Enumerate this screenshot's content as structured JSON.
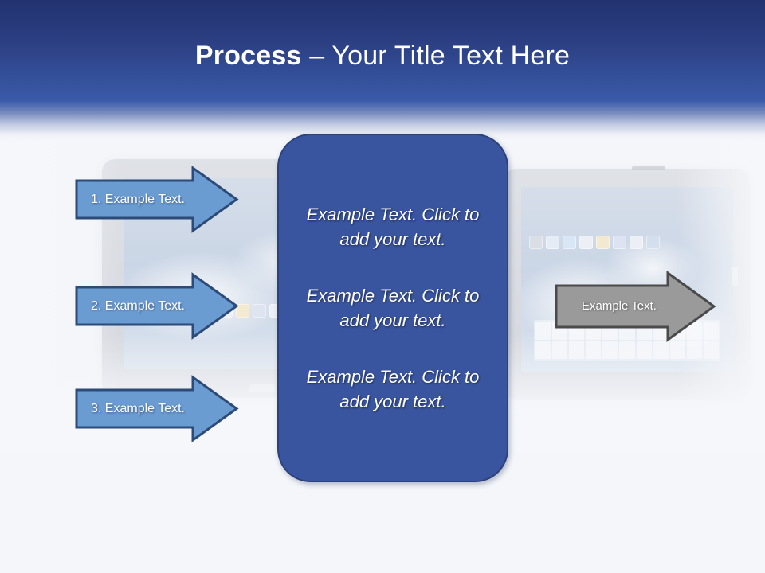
{
  "slide": {
    "title_strong": "Process",
    "title_rest": " – Your Title Text Here",
    "background_top_color": "#223271",
    "background_mid_color": "#3a5aa8",
    "background_body_color": "#f5f7fa"
  },
  "shapes": {
    "input_arrows": [
      {
        "label": "1. Example Text.",
        "fill": "#6a9bd1",
        "stroke": "#2c4b78"
      },
      {
        "label": "2. Example Text.",
        "fill": "#6a9bd1",
        "stroke": "#2c4b78"
      },
      {
        "label": "3. Example Text.",
        "fill": "#6a9bd1",
        "stroke": "#2c4b78"
      }
    ],
    "process_box": {
      "fill": "#3a559f",
      "stroke": "#2c427c",
      "paragraphs": [
        "Example Text. Click  to add your text.",
        "Example Text. Click  to add your text.",
        "Example Text. Click  to add your text."
      ]
    },
    "output_arrow": {
      "label": "Example Text.",
      "fill": "#9a9a9a",
      "stroke": "#4a4a4a"
    }
  },
  "background_graphic": {
    "device_left": "tablet-device-photo",
    "device_right": "tablet-device-photo",
    "wallpaper": "sky-clouds-wallpaper"
  }
}
